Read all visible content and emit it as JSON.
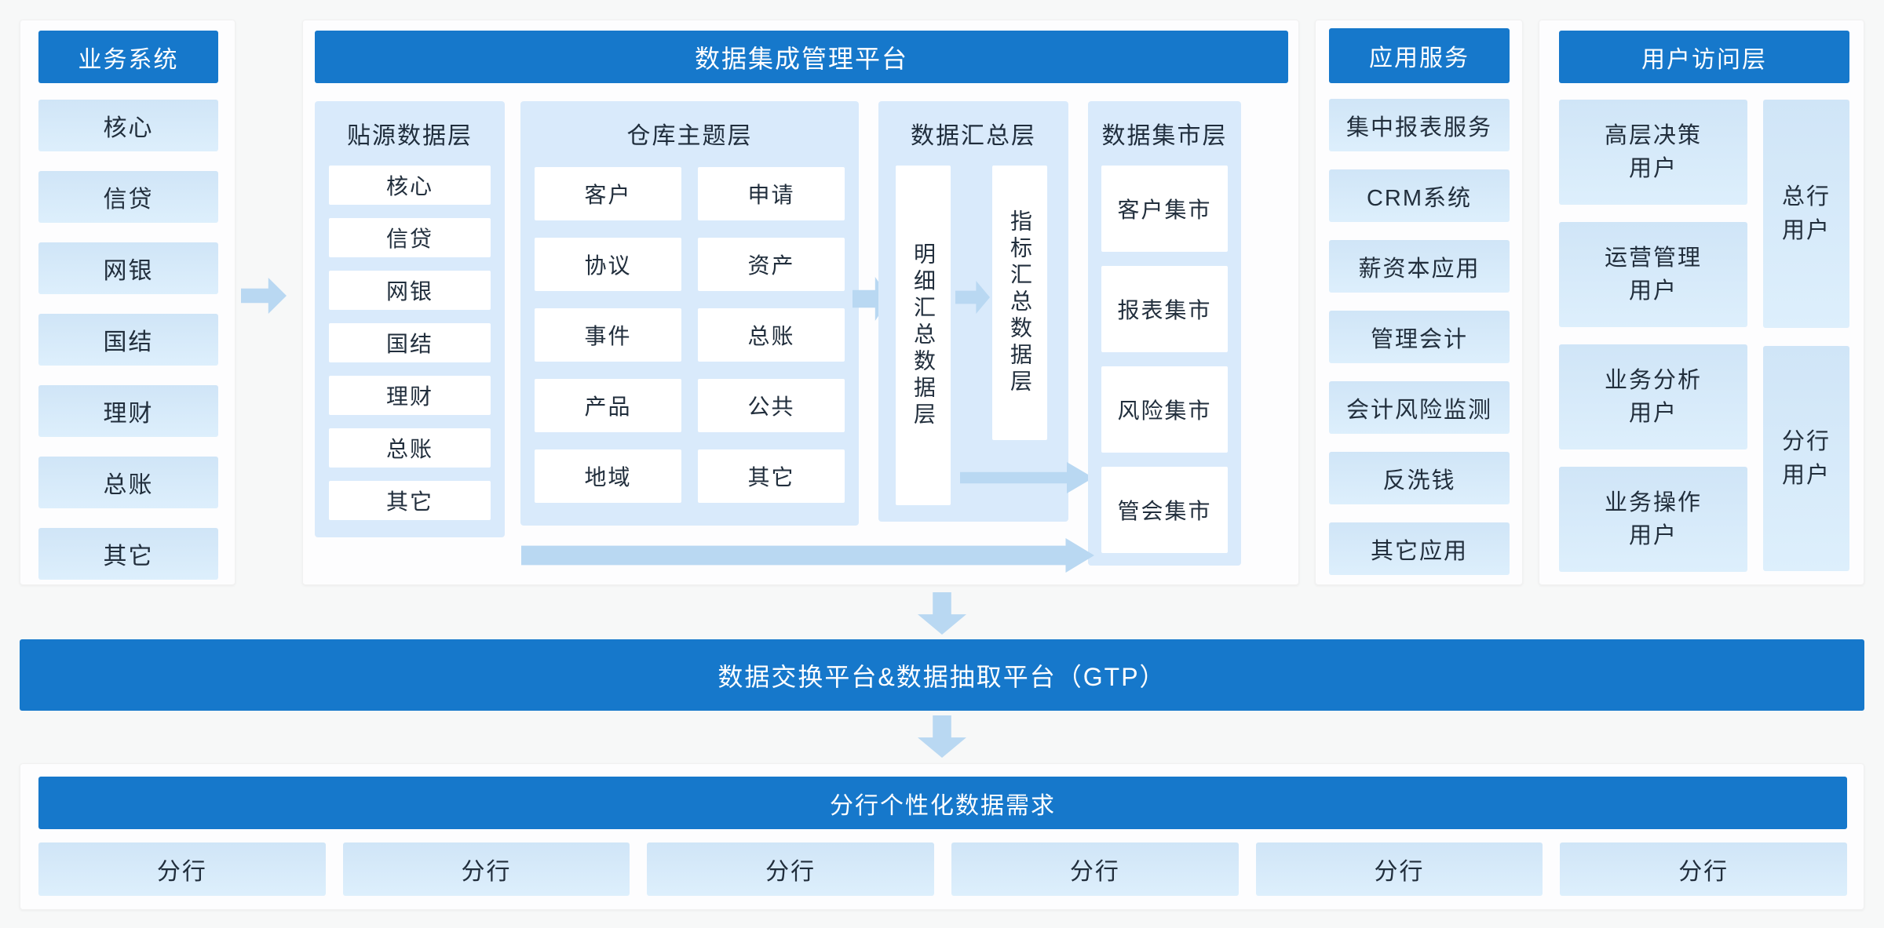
{
  "colors": {
    "accent_blue": "#1678cb",
    "panel_light_blue": "#d9eafb",
    "item_light_blue": "#d7e9f9",
    "arrow_blue": "#b9d8f2",
    "page_background": "#f7f8f8",
    "text_dark": "#212e3c"
  },
  "business": {
    "title": "业务系统",
    "items": [
      "核心",
      "信贷",
      "网银",
      "国结",
      "理财",
      "总账",
      "其它"
    ]
  },
  "platform": {
    "title": "数据集成管理平台",
    "source": {
      "title": "贴源数据层",
      "items": [
        "核心",
        "信贷",
        "网银",
        "国结",
        "理财",
        "总账",
        "其它"
      ]
    },
    "warehouse": {
      "title": "仓库主题层",
      "items": [
        "客户",
        "申请",
        "协议",
        "资产",
        "事件",
        "总账",
        "产品",
        "公共",
        "地域",
        "其它"
      ]
    },
    "summary": {
      "title": "数据汇总层",
      "detail": "明细汇总数据层",
      "indicator": "指标汇总数据层"
    },
    "mart": {
      "title": "数据集市层",
      "items": [
        "客户集市",
        "报表集市",
        "风险集市",
        "管会集市"
      ]
    }
  },
  "apps": {
    "title": "应用服务",
    "items": [
      "集中报表服务",
      "CRM系统",
      "薪资本应用",
      "管理会计",
      "会计风险监测",
      "反洗钱",
      "其它应用"
    ]
  },
  "users": {
    "title": "用户访问层",
    "groups": [
      "高层决策\n用户",
      "运营管理\n用户",
      "业务分析\n用户",
      "业务操作\n用户"
    ],
    "head_office": "总行\n用户",
    "branch": "分行\n用户"
  },
  "gtp": {
    "title": "数据交换平台&数据抽取平台（GTP）"
  },
  "branches": {
    "title": "分行个性化数据需求",
    "items": [
      "分行",
      "分行",
      "分行",
      "分行",
      "分行",
      "分行"
    ]
  }
}
